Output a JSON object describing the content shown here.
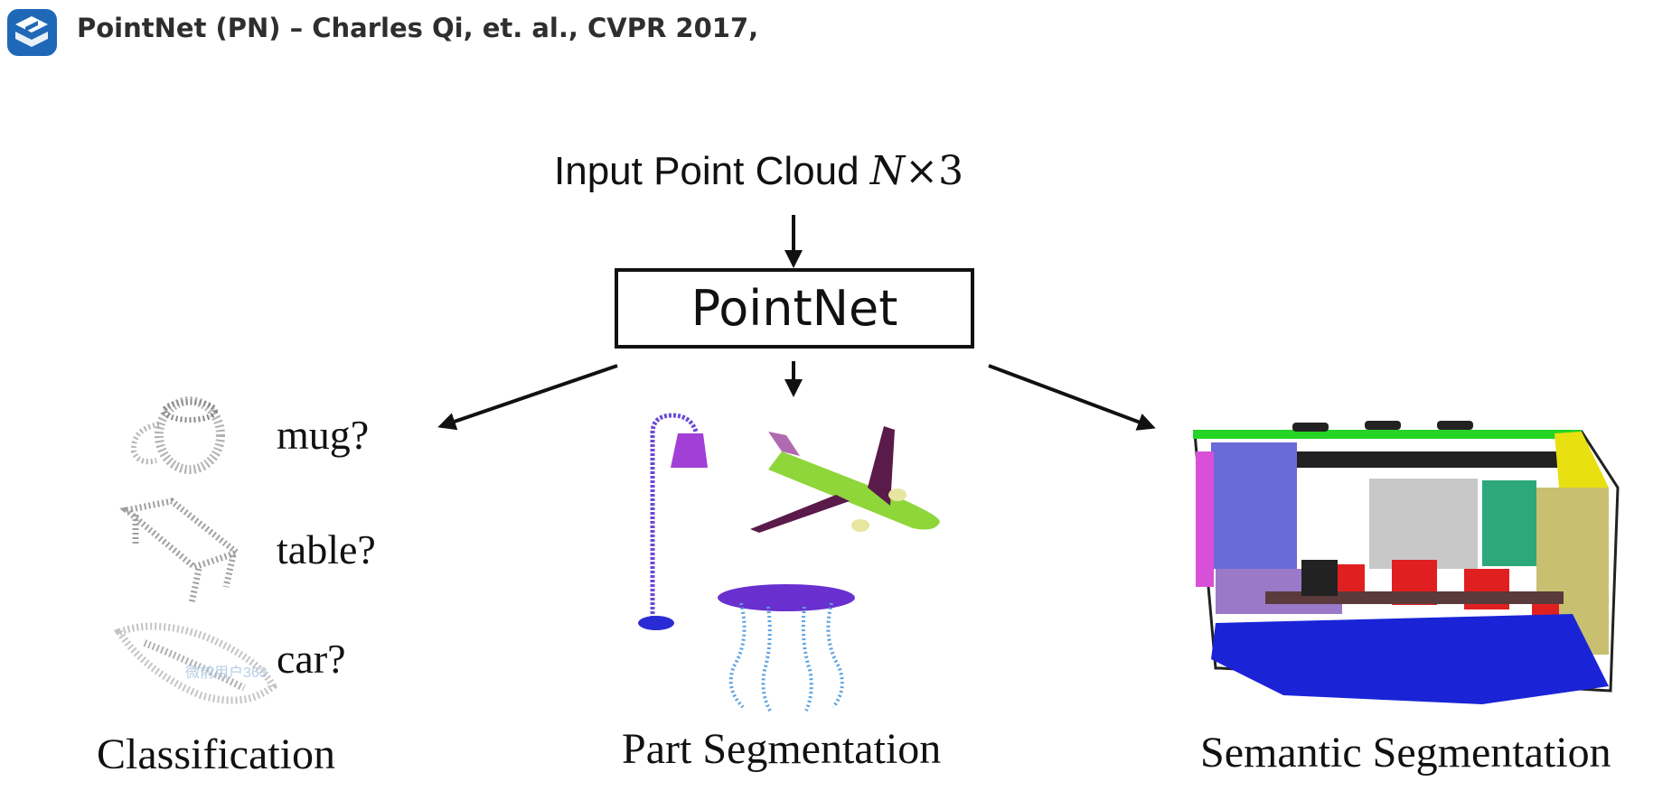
{
  "header": {
    "title": "PointNet (PN) – Charles Qi, et. al., CVPR 2017,"
  },
  "logo": {
    "icon": "brand-logo-icon",
    "color": "#1f68b8"
  },
  "diagram": {
    "input_label": "Input Point Cloud",
    "input_dims": {
      "n": "N",
      "times": "×3"
    },
    "network_label": "PointNet",
    "classification": {
      "title": "Classification",
      "labels": [
        "mug?",
        "table?",
        "car?"
      ]
    },
    "part_segmentation": {
      "title": "Part Segmentation"
    },
    "semantic_segmentation": {
      "title": "Semantic Segmentation"
    }
  },
  "watermark": "微前用户363",
  "colors": {
    "lamp_shade": "#a23fd6",
    "lamp_base": "#2b2bd6",
    "airplane_body": "#8ed63a",
    "airplane_wing": "#5a1a4a",
    "table_top": "#6a2fcf",
    "table_legs": "#5aa0e0",
    "room_floor": "#1a24d6",
    "room_wall_left": "#6a6ad8",
    "room_chair": "#e02020",
    "room_board": "#2ca87a",
    "room_cabinet": "#c8c070",
    "room_ceiling": "#26d426"
  }
}
